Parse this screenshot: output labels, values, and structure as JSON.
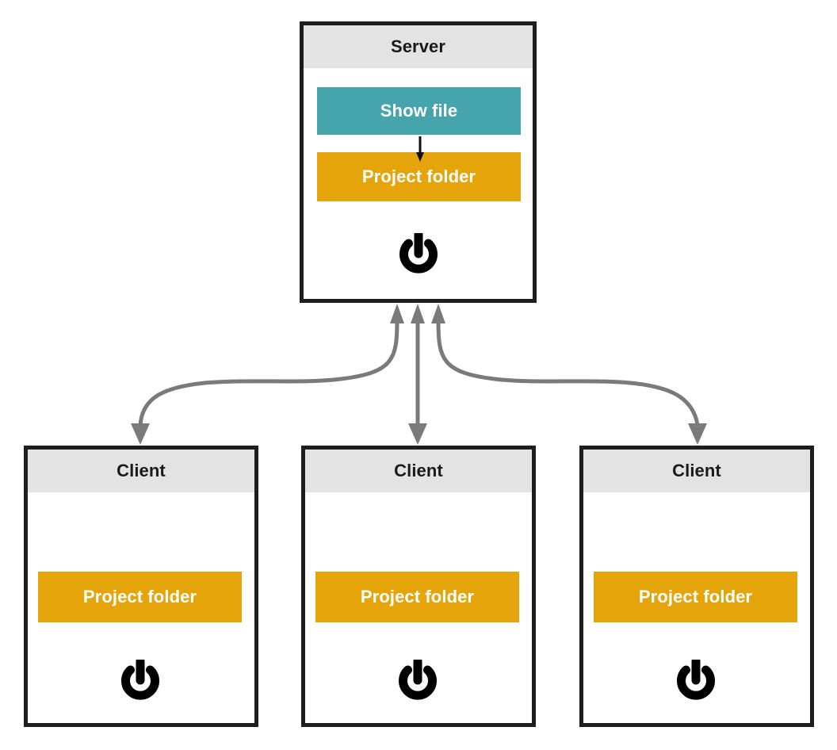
{
  "diagram": {
    "title_semantic": "client-server-project-folder-sync",
    "background_color": "#ffffff",
    "colors": {
      "border": "#1e1e1e",
      "header_band": "#e3e3e3",
      "teal": "#46a5ac",
      "orange": "#e5a50a",
      "connector": "#7a7a7a",
      "text_dark": "#1a1a1a",
      "text_light": "#ffffff"
    }
  },
  "server": {
    "title": "Server",
    "bars": [
      {
        "label": "Show file",
        "color": "#46a5ac"
      },
      {
        "label": "Project folder",
        "color": "#e5a50a"
      }
    ],
    "inner_arrow": {
      "from": "Show file",
      "to": "Project folder",
      "direction": "down",
      "color": "#111111"
    },
    "power_icon": "power-icon"
  },
  "clients": [
    {
      "title": "Client",
      "bars": [
        {
          "label": "Project folder",
          "color": "#e5a50a"
        }
      ],
      "power_icon": "power-icon"
    },
    {
      "title": "Client",
      "bars": [
        {
          "label": "Project folder",
          "color": "#e5a50a"
        }
      ],
      "power_icon": "power-icon"
    },
    {
      "title": "Client",
      "bars": [
        {
          "label": "Project folder",
          "color": "#e5a50a"
        }
      ],
      "power_icon": "power-icon"
    }
  ],
  "connectors": [
    {
      "name": "server-client-1-link",
      "from": "server",
      "to": "client-1",
      "style": "curved",
      "arrows": "both",
      "color": "#7a7a7a"
    },
    {
      "name": "server-client-2-link",
      "from": "server",
      "to": "client-2",
      "style": "straight",
      "arrows": "both",
      "color": "#7a7a7a"
    },
    {
      "name": "server-client-3-link",
      "from": "server",
      "to": "client-3",
      "style": "curved",
      "arrows": "both",
      "color": "#7a7a7a"
    }
  ]
}
